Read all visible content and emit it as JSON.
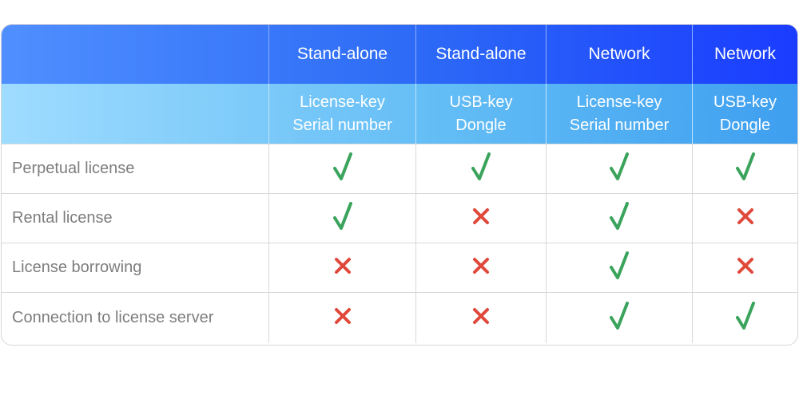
{
  "columns": [
    {
      "mode": "Stand-alone",
      "type_line1": "License-key",
      "type_line2": "Serial number"
    },
    {
      "mode": "Stand-alone",
      "type_line1": "USB-key",
      "type_line2": "Dongle"
    },
    {
      "mode": "Network",
      "type_line1": "License-key",
      "type_line2": "Serial number"
    },
    {
      "mode": "Network",
      "type_line1": "USB-key",
      "type_line2": "Dongle"
    }
  ],
  "rows": [
    {
      "feature": "Perpetual license",
      "values": [
        true,
        true,
        true,
        true
      ]
    },
    {
      "feature": "Rental license",
      "values": [
        true,
        false,
        true,
        false
      ]
    },
    {
      "feature": "License borrowing",
      "values": [
        false,
        false,
        true,
        false
      ]
    },
    {
      "feature": "Connection to license server",
      "values": [
        false,
        false,
        true,
        true
      ]
    }
  ],
  "icons": {
    "supported": "check-icon",
    "unsupported": "cross-icon"
  },
  "colors": {
    "check": "#3aa35c",
    "cross": "#e0483a",
    "header_start": "#4f8fff",
    "header_end": "#1a3cff",
    "subheader_start": "#9fdcff",
    "subheader_end": "#3e9ff0"
  }
}
